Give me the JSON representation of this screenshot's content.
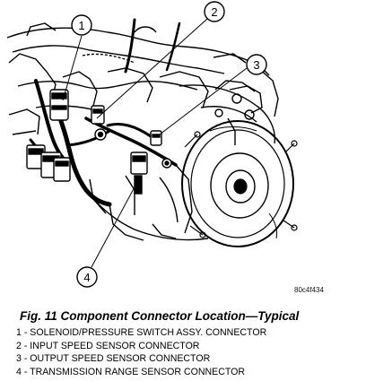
{
  "figure": {
    "callouts": [
      "1",
      "2",
      "3",
      "4"
    ],
    "image_code": "80c4f434",
    "caption": "Fig. 11 Component Connector Location—Typical",
    "legend": [
      "1 - SOLENOID/PRESSURE SWITCH ASSY. CONNECTOR",
      "2 - INPUT SPEED SENSOR CONNECTOR",
      "3 - OUTPUT SPEED SENSOR CONNECTOR",
      "4 - TRANSMISSION RANGE SENSOR CONNECTOR"
    ]
  }
}
